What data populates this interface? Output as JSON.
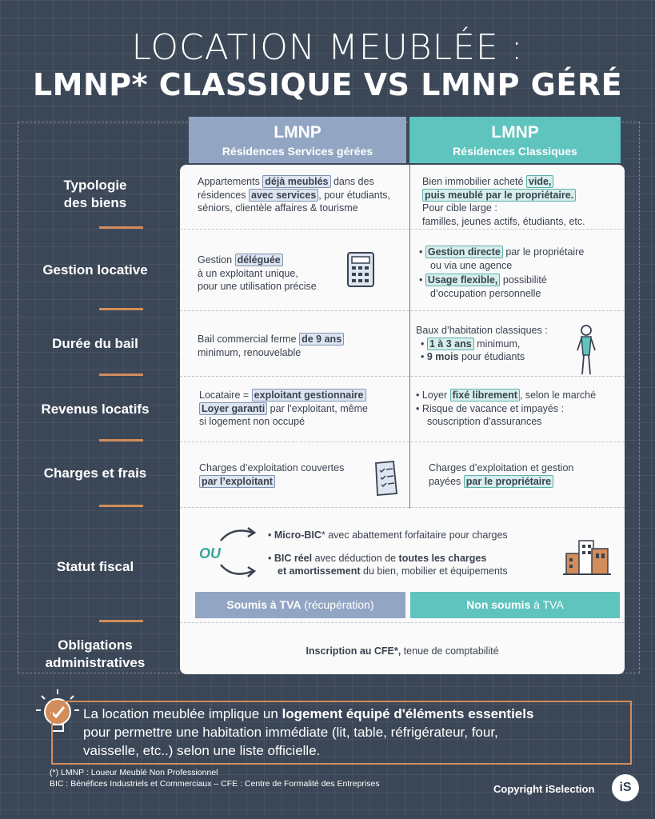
{
  "title": {
    "line1": "LOCATION MEUBLÉE :",
    "line2": "LMNP* CLASSIQUE VS LMNP GÉRÉ"
  },
  "columns": {
    "a": {
      "title": "LMNP",
      "subtitle": "Résidences Services gérées"
    },
    "b": {
      "title": "LMNP",
      "subtitle": "Résidences Classiques"
    }
  },
  "rows": {
    "typologie": {
      "label_1": "Typologie",
      "label_2": "des biens",
      "a": {
        "t1": "Appartements ",
        "h1": "déjà meublés",
        "t2": " dans des",
        "t3": "résidences ",
        "h2": "avec services",
        "t4": ", pour étudiants,",
        "t5": "séniors, clientèle affaires & tourisme"
      },
      "b": {
        "t1": "Bien immobilier acheté ",
        "h1": "vide,",
        "h2": "puis meublé par le propriétaire.",
        "t2": "Pour cible large :",
        "t3": "familles, jeunes actifs, étudiants, etc."
      }
    },
    "gestion": {
      "label": "Gestion locative",
      "a": {
        "t1": "Gestion ",
        "h1": "déléguée",
        "t2": "à un exploitant unique,",
        "t3": "pour une utilisation précise"
      },
      "b": {
        "h1": "Gestion directe",
        "t1": " par le propriétaire",
        "t2": "ou via une agence",
        "h2": "Usage flexible,",
        "t3": " possibilité",
        "t4": "d’occupation personnelle"
      }
    },
    "duree": {
      "label": "Durée du bail",
      "a": {
        "t1": "Bail commercial ferme ",
        "h1": "de 9 ans",
        "t2": "minimum, renouvelable"
      },
      "b": {
        "t1": "Baux d’habitation classiques :",
        "h1": "1 à 3 ans",
        "t2": " minimum,",
        "b1": "9 mois",
        "t3": " pour étudiants"
      }
    },
    "revenus": {
      "label": "Revenus locatifs",
      "a": {
        "t1": "Locataire = ",
        "h1": "exploitant gestionnaire",
        "h2": "Loyer garanti",
        "t2": " par l’exploitant, même",
        "t3": "si logement non occupé"
      },
      "b": {
        "t1": "Loyer ",
        "h1": "fixé librement",
        "t2": ", selon le marché",
        "t3": "Risque de vacance et impayés :",
        "t4": "souscription d'assurances"
      }
    },
    "charges": {
      "label": "Charges et frais",
      "a": {
        "t1": "Charges d’exploitation couvertes",
        "h1": "par l’exploitant"
      },
      "b": {
        "t1": "Charges d’exploitation et gestion",
        "t2": "payées ",
        "h1": "par le propriétaire"
      }
    },
    "fiscal": {
      "label": "Statut fiscal",
      "ou": "OU",
      "line1_b": "Micro-BIC",
      "line1_t": "* avec abattement forfaitaire pour charges",
      "line2_b1": "BIC réel",
      "line2_t1": " avec déduction de ",
      "line2_b2": "toutes les charges",
      "line3_b": "et amortissement",
      "line3_t": " du bien, mobilier et équipements",
      "tva_a_b": "Soumis à TVA",
      "tva_a_t": " (récupération)",
      "tva_b_b": "Non soumis",
      "tva_b_t": " à TVA"
    },
    "obligations": {
      "label_1": "Obligations",
      "label_2": "administratives",
      "b1": "Inscription au CFE*,",
      "t1": " tenue de comptabilité"
    }
  },
  "callout": {
    "t1": "La location meublée implique un ",
    "b1": "logement équipé d'éléments essentiels",
    "t2": "pour permettre une habitation immédiate (lit, table, réfrigérateur, four,",
    "t3": "vaisselle, etc..) selon une liste officielle."
  },
  "footnotes": {
    "f1": "(*) LMNP : Loueur Meublé Non Professionnel",
    "f2": "BIC : Bénéfices Industriels et Commerciaux  – CFE : Centre de Formalité des Entreprises"
  },
  "copyright": "Copyright iSelection",
  "logo": "iS",
  "colors": {
    "background": "#3b4757",
    "col_a": "#92a6c3",
    "col_b": "#5ec4bd",
    "accent": "#d28d5a"
  },
  "icons": [
    "calculator-icon",
    "person-icon",
    "checklist-icon",
    "arrows-icon",
    "buildings-icon",
    "lightbulb-icon"
  ]
}
